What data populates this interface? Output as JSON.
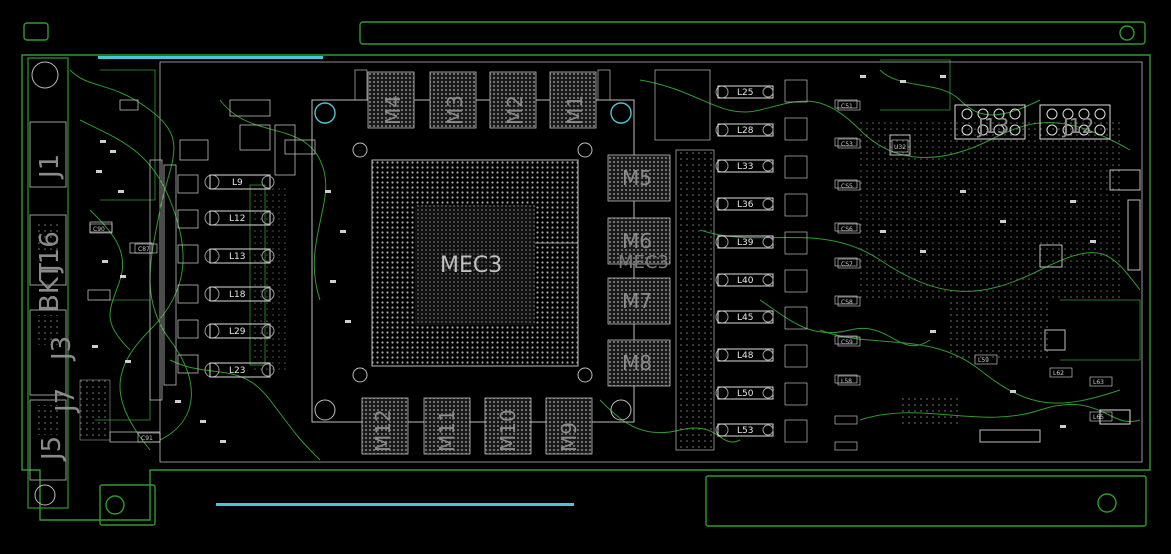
{
  "board": {
    "gpu_label": "MEC3",
    "gpu_sub_label": "MEC3",
    "memory_top": [
      "M4",
      "M3",
      "M2",
      "M1"
    ],
    "memory_right": [
      "M5",
      "M6",
      "M7",
      "M8"
    ],
    "memory_bottom": [
      "M12",
      "M11",
      "M10",
      "M9"
    ],
    "left_connectors": [
      "J1",
      "J16",
      "BKT",
      "J3",
      "J7",
      "J5"
    ],
    "right_chips": [
      "J13",
      "J12"
    ],
    "inductors_left": [
      "L9",
      "L12",
      "L13",
      "L18",
      "L29",
      "L23"
    ],
    "inductors_right": [
      "L25",
      "L28",
      "L33",
      "L36",
      "L39",
      "L40",
      "L45",
      "L48",
      "L50",
      "L53"
    ],
    "small_labels": [
      "C87",
      "C51",
      "C53",
      "CS5",
      "CS6",
      "CS7",
      "CS8",
      "CS9",
      "L58",
      "L59",
      "L62",
      "L63",
      "L65",
      "U32",
      "C90",
      "C91"
    ],
    "colors": {
      "background": "#000000",
      "outline": "#2f9a2f",
      "outline_bright": "#41c041",
      "silk": "#d8d8d8",
      "pad": "#bcbcbc",
      "accent": "#4cc6d6"
    }
  }
}
